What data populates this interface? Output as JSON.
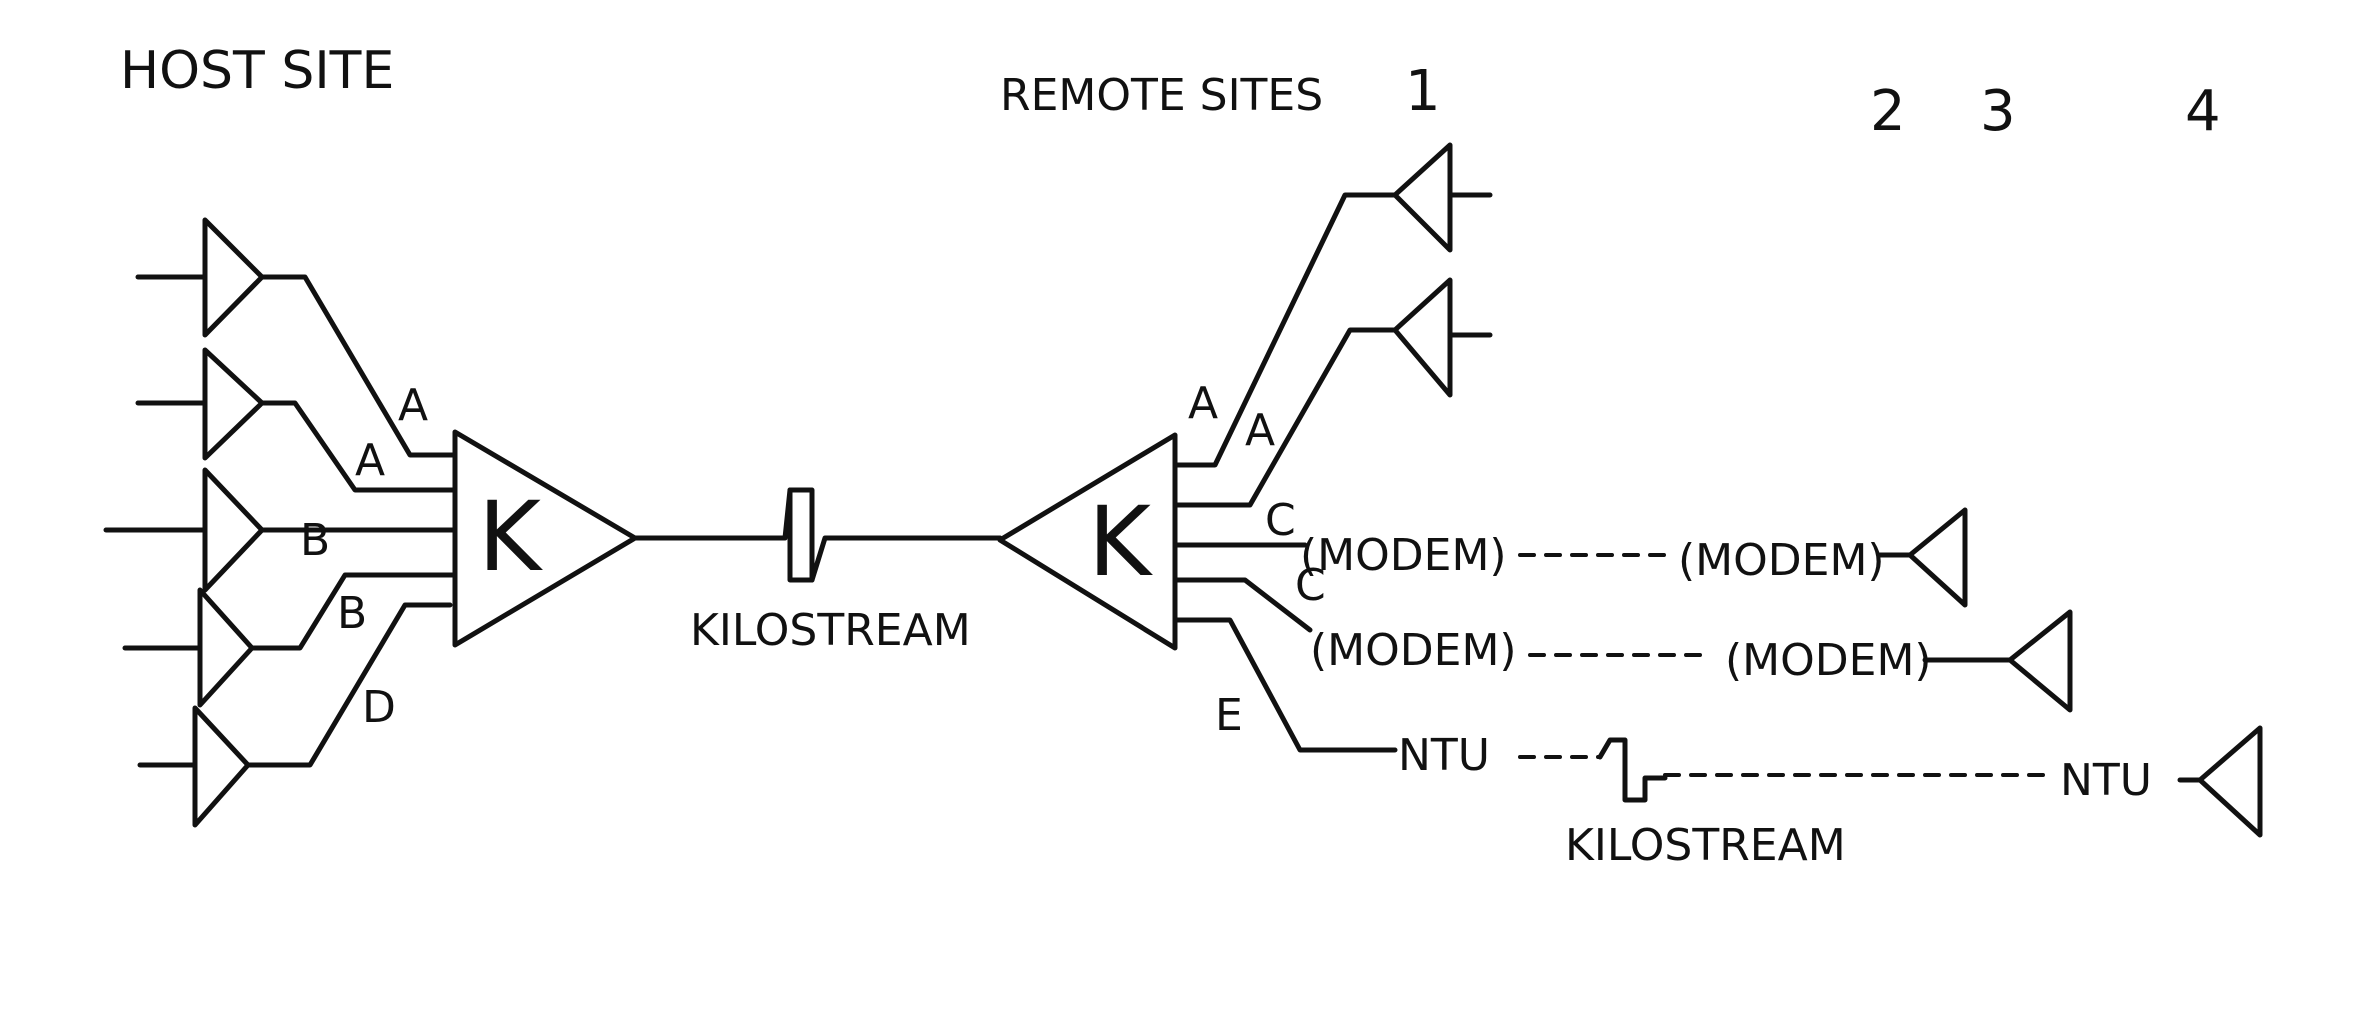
{
  "header": {
    "host_site": "HOST SITE",
    "remote_sites": "REMOTE SITES",
    "site_numbers": [
      "1",
      "2",
      "3",
      "4"
    ]
  },
  "host": {
    "mux_label": "K",
    "line_labels": [
      "A",
      "A",
      "B",
      "B",
      "D"
    ]
  },
  "link": {
    "kilostream_label": "KILOSTREAM"
  },
  "remote": {
    "mux_label": "K",
    "line_labels": [
      "A",
      "A",
      "C",
      "C",
      "E"
    ],
    "modem_label": "(MODEM)",
    "ntu_label": "NTU",
    "kilostream_label": "KILOSTREAM"
  },
  "colors": {
    "ink": "#111111",
    "paper": "#ffffff"
  }
}
